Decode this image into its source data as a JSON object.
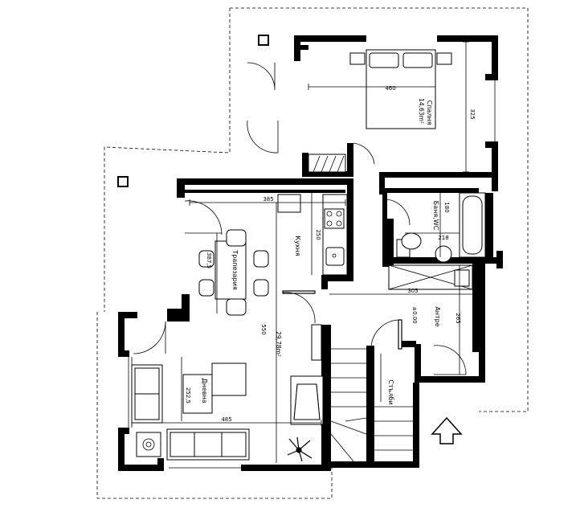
{
  "rooms": {
    "bedroom_name": "Спалня",
    "bedroom_area": "14,63m²",
    "bath_name": "Баня,WC",
    "kitchen_name": "Кухня",
    "dining_name": "Трапезария",
    "living_name": "Дневна",
    "living_area": "29,78m²",
    "hall_name": "Антре",
    "hall_level": "±0.00",
    "stair_name": "Стълби"
  },
  "dimensions": {
    "bedroom_width": "460",
    "bedroom_depth": "325",
    "bath_depth": "180",
    "bath_width": "218",
    "kitchen_top": "385",
    "kitchen_side": "250",
    "dining_side": "387,5",
    "living_center": "550",
    "living_width": "485",
    "living_sofa": "252,5",
    "hall_width": "305",
    "hall_height": "265"
  },
  "legend": {
    "north_arrow": "north-arrow-icon"
  }
}
